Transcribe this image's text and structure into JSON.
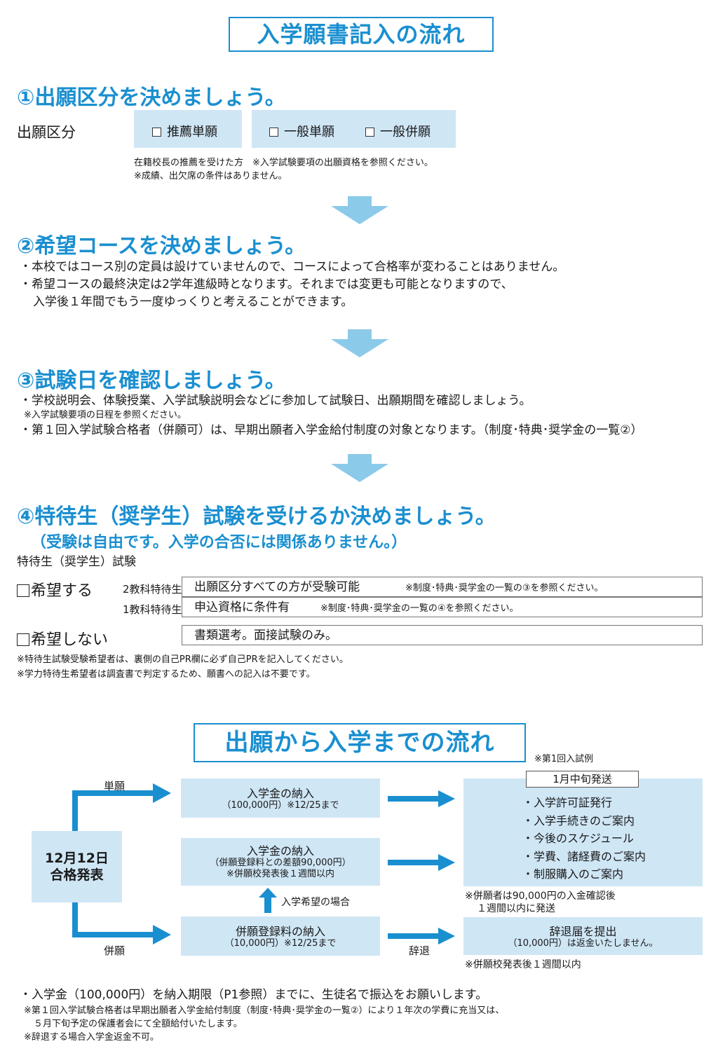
{
  "main_title": "入学願書記入の流れ",
  "step1": {
    "heading": "①出願区分を決めましょう。",
    "row_label": "出願区分",
    "options": [
      "推薦単願",
      "一般単願",
      "一般併願"
    ],
    "note1": "在籍校長の推薦を受けた方　※入学試験要項の出願資格を参照ください。",
    "note2": "※成績、出欠席の条件はありません。"
  },
  "step2": {
    "heading": "②希望コースを決めましょう。",
    "line1": "・本校ではコース別の定員は設けていませんので、コースによって合格率が変わることはありません。",
    "line2": "・希望コースの最終決定は2学年進級時となります。それまでは変更も可能となりますので、",
    "line3": "入学後１年間でもう一度ゆっくりと考えることができます。"
  },
  "step3": {
    "heading": "③試験日を確認しましょう。",
    "line1": "・学校説明会、体験授業、入学試験説明会などに参加して試験日、出願期間を確認しましょう。",
    "note": "※入学試験要項の日程を参照ください。",
    "line2": "・第１回入学試験合格者（併願可）は、早期出願者入学金給付制度の対象となります。（制度･特典･奨学金の一覧②）"
  },
  "step4": {
    "heading": "④特待生（奨学生）試験を受けるか決めましょう。",
    "subheading": "（受験は自由です。入学の合否には関係ありません。）",
    "label": "特待生（奨学生）試験",
    "hope": "希望する",
    "hope_not": "希望しない",
    "rows": [
      {
        "kind": "2教科特待生",
        "text": "出願区分すべての方が受験可能",
        "note": "※制度･特典･奨学金の一覧の③を参照ください。"
      },
      {
        "kind": "1教科特待生",
        "text": "申込資格に条件有",
        "note": "※制度･特典･奨学金の一覧の④を参照ください。"
      }
    ],
    "no_text": "書類選考。面接試験のみ。",
    "note1": "※特待生試験受験希望者は、裏側の自己PR欄に必ず自己PRを記入してください。",
    "note2": "※学力特待生希望者は調査書で判定するため、願書への記入は不要です。"
  },
  "flow": {
    "title": "出願から入学までの流れ",
    "example": "※第1回入試例",
    "pass_line1": "12月12日",
    "pass_line2": "合格発表",
    "tangan": "単願",
    "heigan": "併願",
    "box1_l1": "入学金の納入",
    "box1_l2": "（100,000円）※12/25まで",
    "box2_l1": "入学金の納入",
    "box2_l2": "（併願登録料との差額90,000円）",
    "box2_l3": "※併願校発表後１週間以内",
    "hope_case": "入学希望の場合",
    "box3_l1": "併願登録料の納入",
    "box3_l2": "（10,000円）※12/25まで",
    "jitai": "辞退",
    "send_label": "1月中旬発送",
    "send_items": [
      "・入学許可証発行",
      "・入学手続きのご案内",
      "・今後のスケジュール",
      "・学費、諸経費のご案内",
      "・制服購入のご案内"
    ],
    "heigan_note1": "※併願者は90,000円の入金確認後",
    "heigan_note2": "１週間以内に発送",
    "jitai_l1": "辞退届を提出",
    "jitai_l2": "（10,000円）は返金いたしません。",
    "jitai_note": "※併願校発表後１週間以内"
  },
  "bottom": {
    "line1": "・入学金（100,000円）を納入期限（P1参照）までに、生徒名で振込をお願いします。",
    "note1": "※第１回入学試験合格者は早期出願者入学金給付制度（制度･特典･奨学金の一覧②）により１年次の学費に充当又は、",
    "note2": "５月下旬予定の保護者会にて全額給付いたします。",
    "note3": "※辞退する場合入学金返金不可。"
  },
  "colors": {
    "accent": "#1a8fd0",
    "box": "#cfe6f5",
    "arrow": "#8ccaea"
  }
}
